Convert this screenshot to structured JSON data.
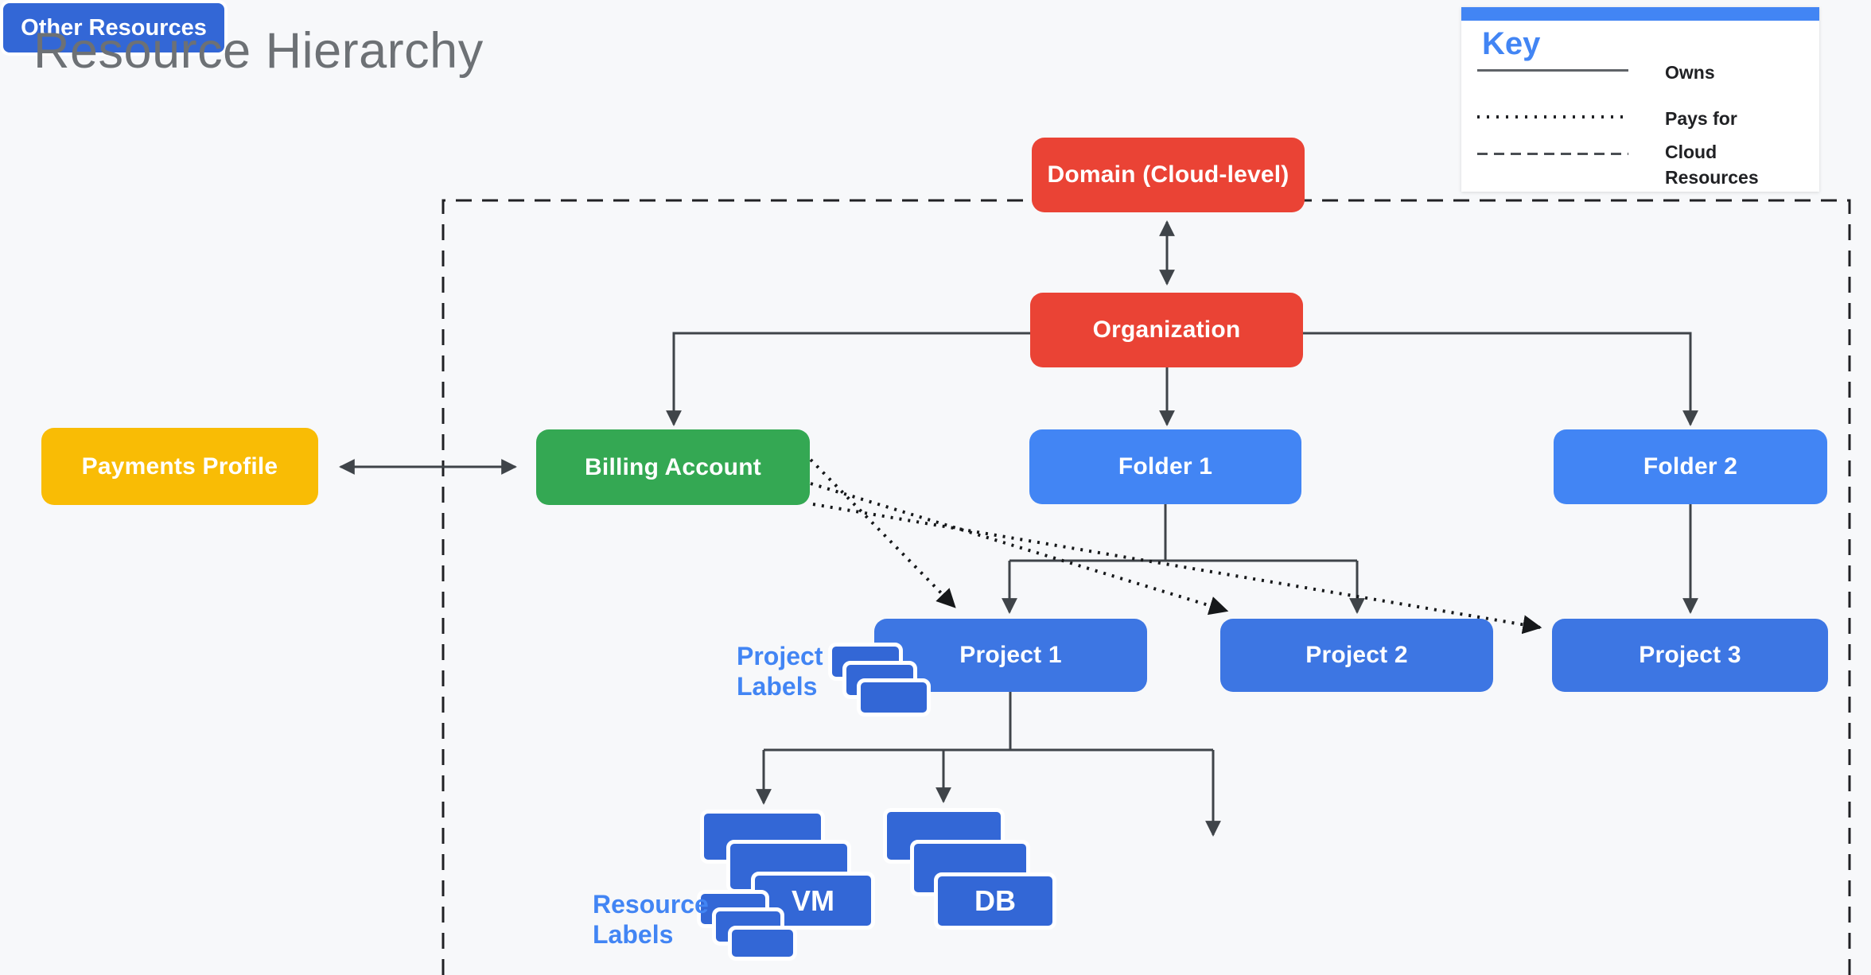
{
  "title": "Resource Hierarchy",
  "key": {
    "title": "Key",
    "items": [
      {
        "line_style": "solid",
        "label": "Owns"
      },
      {
        "line_style": "dotted",
        "label": "Pays for"
      },
      {
        "line_style": "dashed",
        "label": "Cloud Resources"
      }
    ]
  },
  "nodes": {
    "domain": {
      "label": "Domain (Cloud-level)",
      "color": "#EA4335"
    },
    "organization": {
      "label": "Organization",
      "color": "#EA4335"
    },
    "payments_profile": {
      "label": "Payments Profile",
      "color": "#F9BC05"
    },
    "billing_account": {
      "label": "Billing Account",
      "color": "#34A853"
    },
    "folder1": {
      "label": "Folder 1",
      "color": "#4285F4"
    },
    "folder2": {
      "label": "Folder 2",
      "color": "#4285F4"
    },
    "project1": {
      "label": "Project 1",
      "color": "#3D76E3"
    },
    "project2": {
      "label": "Project 2",
      "color": "#3D76E3"
    },
    "project3": {
      "label": "Project 3",
      "color": "#3D76E3"
    },
    "vm": {
      "label": "VM",
      "color": "#3367D6"
    },
    "db": {
      "label": "DB",
      "color": "#3367D6"
    },
    "other_resources": {
      "label": "Other Resources",
      "color": "#3367D6"
    }
  },
  "annotations": {
    "project_labels": "Project Labels",
    "resource_labels": "Resource Labels"
  },
  "colors": {
    "background": "#F7F8FA",
    "red": "#EA4335",
    "yellow": "#F9BC05",
    "green": "#34A853",
    "folder_blue": "#4285F4",
    "project_blue": "#3D76E3",
    "resource_blue": "#3367D6",
    "annotation_blue": "#4285F4",
    "line_gray": "#3F4449",
    "dashed_black": "#202124",
    "title_gray": "#6d7175",
    "key_accent": "#4285F4"
  }
}
